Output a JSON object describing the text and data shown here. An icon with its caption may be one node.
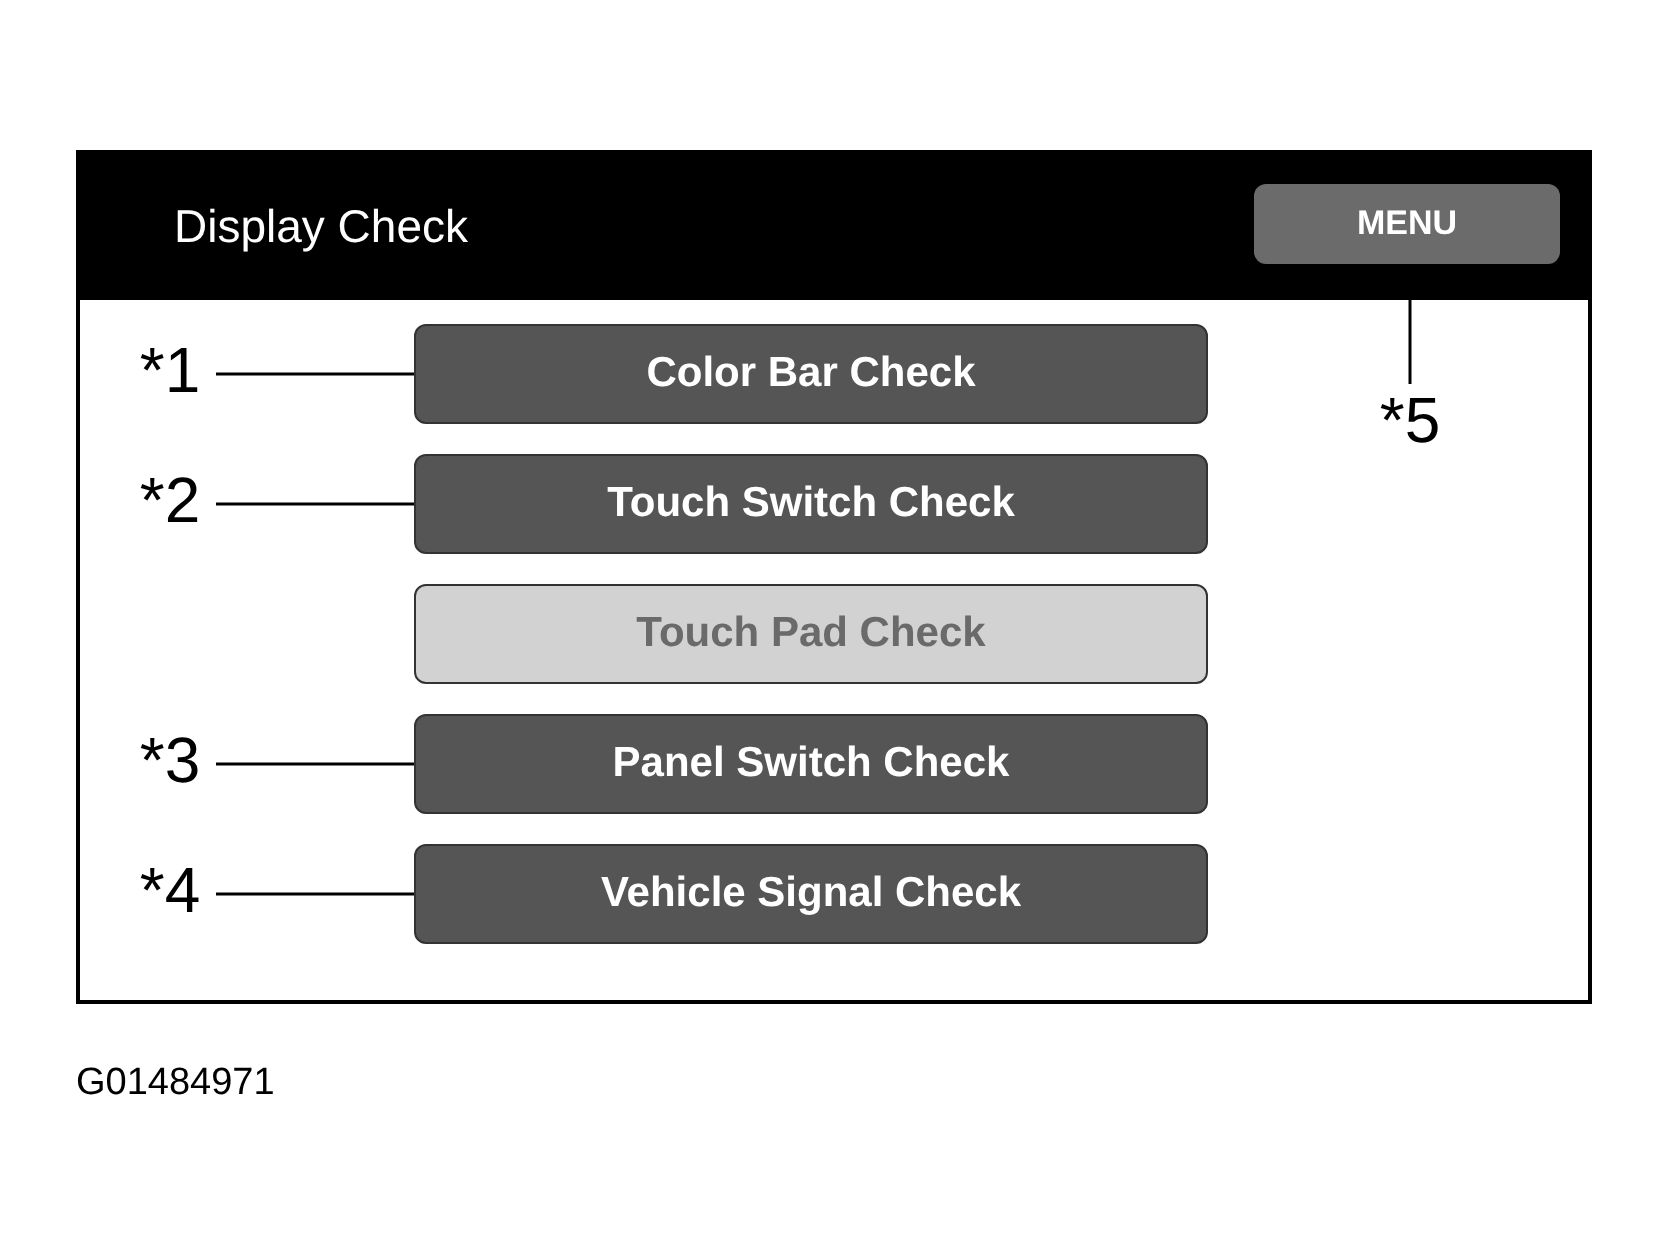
{
  "diagram": {
    "nodes": [
      {
        "text": [
          "Display Check"
        ]
      },
      {
        "text": [
          "MENU"
        ],
        "in": 0
      },
      {
        "text": [
          "Color Bar Check"
        ],
        "in": 0
      },
      {
        "text": [
          "Touch Switch Check"
        ],
        "in": 0
      },
      {
        "text": [
          "Touch Pad Check"
        ],
        "in": 0
      },
      {
        "text": [
          "Panel Switch Check"
        ],
        "in": 0
      },
      {
        "text": [
          "Vehicle Signal Check"
        ],
        "in": 0
      },
      {
        "text": [
          "*1"
        ],
        "in": 0
      },
      {
        "text": [
          "*2"
        ],
        "in": 0
      },
      {
        "text": [
          "*3"
        ],
        "in": 0
      },
      {
        "text": [
          "*4"
        ],
        "in": 0
      },
      {
        "text": [
          "*5"
        ],
        "in": 0
      }
    ],
    "edges": [
      {
        "from": 7,
        "to": 2,
        "arrow": "none"
      },
      {
        "from": 8,
        "to": 3,
        "arrow": "none"
      },
      {
        "from": 9,
        "to": 5,
        "arrow": "none"
      },
      {
        "from": 10,
        "to": 6,
        "arrow": "none"
      },
      {
        "from": 11,
        "to": 1,
        "arrow": "none"
      }
    ],
    "labels": [
      "G01484971"
    ]
  }
}
